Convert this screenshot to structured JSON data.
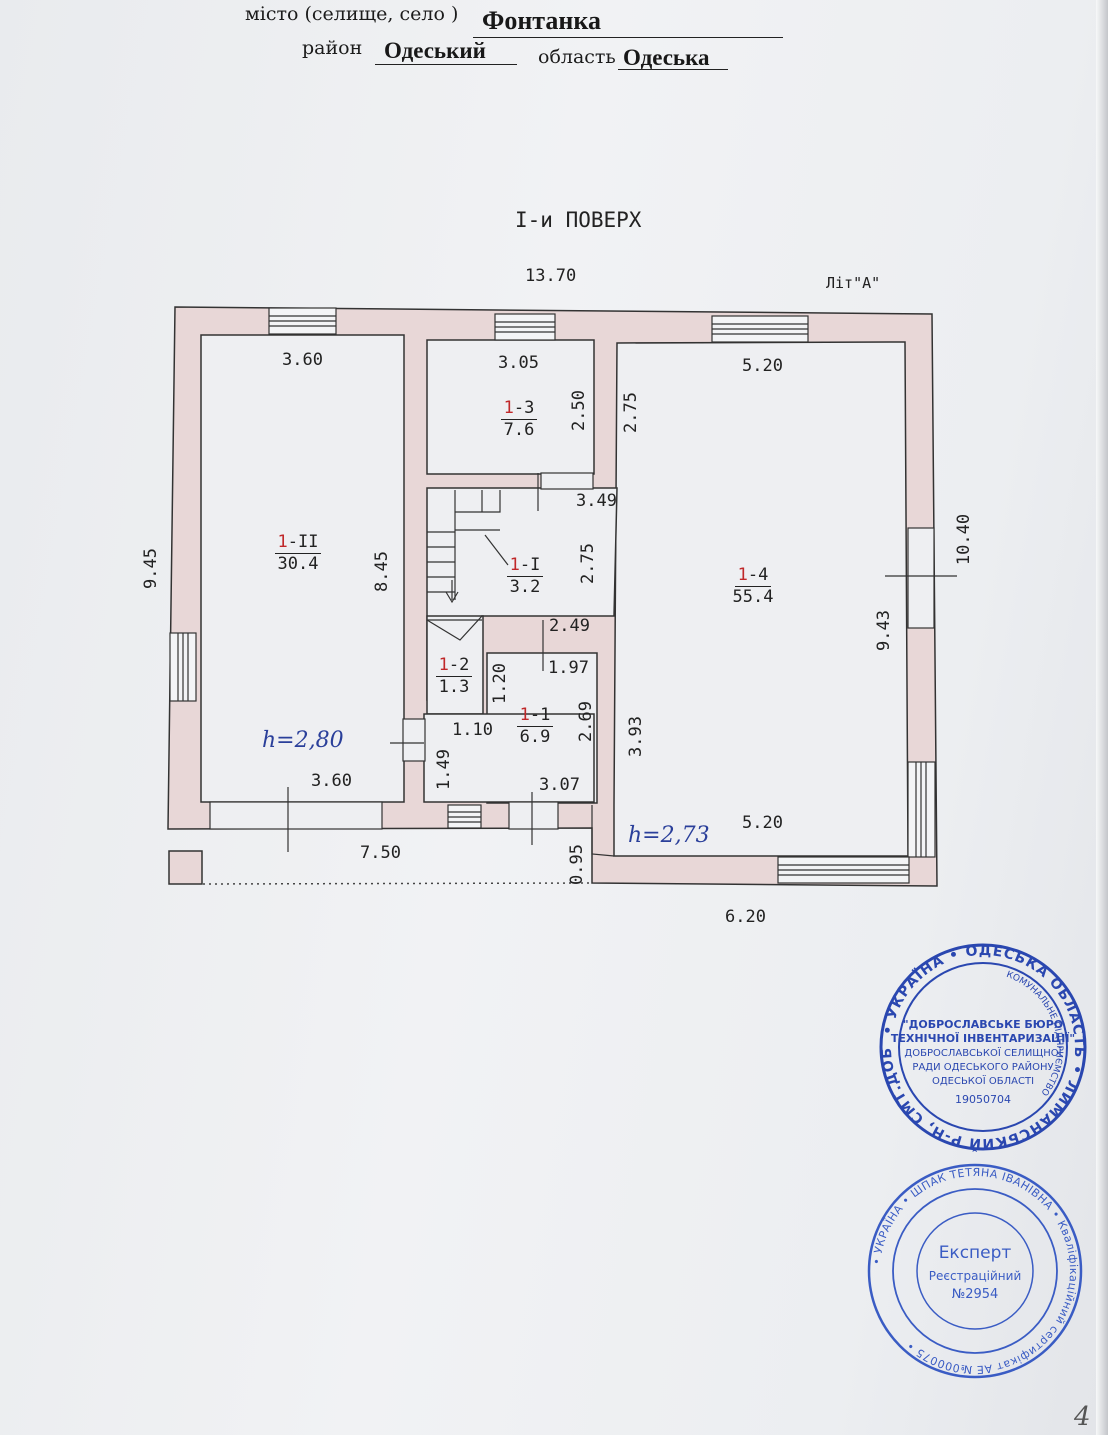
{
  "header": {
    "city_label": "місто (селище, село )",
    "city_value": "Фонтанка",
    "district_label": "район",
    "district_value": "Одеський",
    "region_label": "область",
    "region_value": "Одеська"
  },
  "plan": {
    "floor_title": "I-и ПОВЕРХ",
    "litera": "Лiт\"А\"",
    "overall_width": "13.70",
    "overall_height_left": "9.45",
    "overall_height_right": "10.40",
    "bottom_left_width": "7.50",
    "bottom_right_width": "6.20",
    "step_height": "0.95",
    "rooms": [
      {
        "id_prefix": "1",
        "id_suffix": "-II",
        "area": "30.4"
      },
      {
        "id_prefix": "1",
        "id_suffix": "-3",
        "area": "7.6"
      },
      {
        "id_prefix": "1",
        "id_suffix": "-I",
        "area": "3.2"
      },
      {
        "id_prefix": "1",
        "id_suffix": "-4",
        "area": "55.4"
      },
      {
        "id_prefix": "1",
        "id_suffix": "-2",
        "area": "1.3"
      },
      {
        "id_prefix": "1",
        "id_suffix": "-1",
        "area": "6.9"
      }
    ],
    "dims": {
      "r2_top": "3.60",
      "r2_bottom": "3.60",
      "r2_height": "8.45",
      "r3_width": "3.05",
      "r3_height": "2.50",
      "col_upper": "2.75",
      "hall_width": "3.49",
      "hall_height": "2.75",
      "r4_top": "5.20",
      "r4_bottom": "5.20",
      "r4_height": "9.43",
      "corr_width": "2.49",
      "r1_top": "1.97",
      "r2s_height": "1.20",
      "r2s_width": "1.10",
      "r1_height": "2.69",
      "col_lower": "3.93",
      "vest_height": "1.49",
      "r1_bottom": "3.07"
    },
    "ceiling_left": "h=2,80",
    "ceiling_right": "h=2,73"
  },
  "stamps": {
    "bureau": {
      "ring_text": "• УКРАЇНА • ОДЕСЬКА ОБЛАСТЬ • ЛИМАНСЬКИЙ Р-Н, СМТ.ДОБРОСЛАВ",
      "inner_ring": "КОМУНАЛЬНЕ ПІДПРИЄМСТВО",
      "line1": "\"ДОБРОСЛАВСЬКЕ БЮРО",
      "line2": "ТЕХНІЧНОЇ ІНВЕНТАРИЗАЦІЇ\"",
      "line3": "ДОБРОСЛАВСЬКОЇ СЕЛИЩНОЇ",
      "line4": "РАДИ ОДЕСЬКОГО РАЙОНУ",
      "line5": "ОДЕСЬКОЇ ОБЛАСТІ",
      "code": "19050704"
    },
    "expert": {
      "ring_text": "• УКРАЇНА • ШПАК ТЕТЯНА ІВАНІВНА • Кваліфікаційний сертифікат АЕ №000075 •",
      "title": "Експерт",
      "subtitle": "Реєстраційний",
      "number": "№2954"
    }
  },
  "page_number": "4"
}
